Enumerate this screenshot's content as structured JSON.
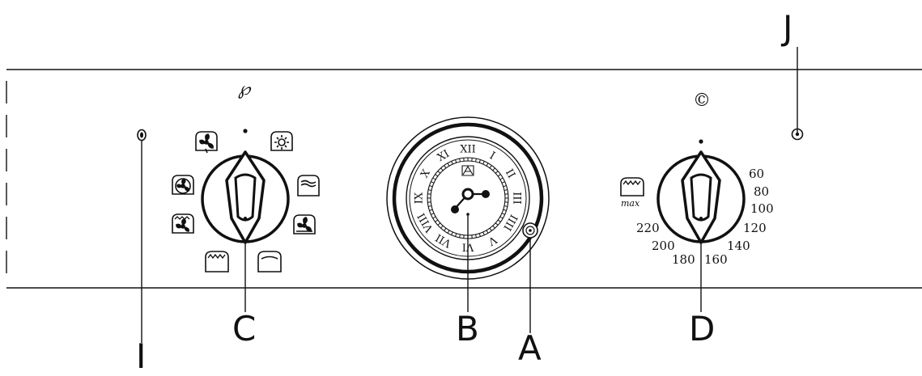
{
  "callouts": {
    "a": "A",
    "b": "B",
    "c": "C",
    "d": "D",
    "i": "I",
    "j": "J"
  },
  "selector": {
    "symbol": "℘",
    "modes": [
      "fan-oven-icon",
      "light-icon",
      "top-heat-icon",
      "fan-bottom-heat-icon",
      "bottom-heat-icon",
      "grill-icon",
      "fan-grill-icon",
      "fan-only-icon"
    ]
  },
  "thermostat": {
    "symbol": "©",
    "max_label": "max",
    "temperatures": [
      "60",
      "80",
      "100",
      "120",
      "140",
      "160",
      "180",
      "200",
      "220"
    ]
  },
  "clock": {
    "numerals": [
      "XII",
      "I",
      "II",
      "III",
      "IIII",
      "V",
      "VI",
      "VII",
      "VIII",
      "IX",
      "X",
      "XI"
    ]
  },
  "colors": {
    "ink": "#111111",
    "background": "#ffffff"
  }
}
